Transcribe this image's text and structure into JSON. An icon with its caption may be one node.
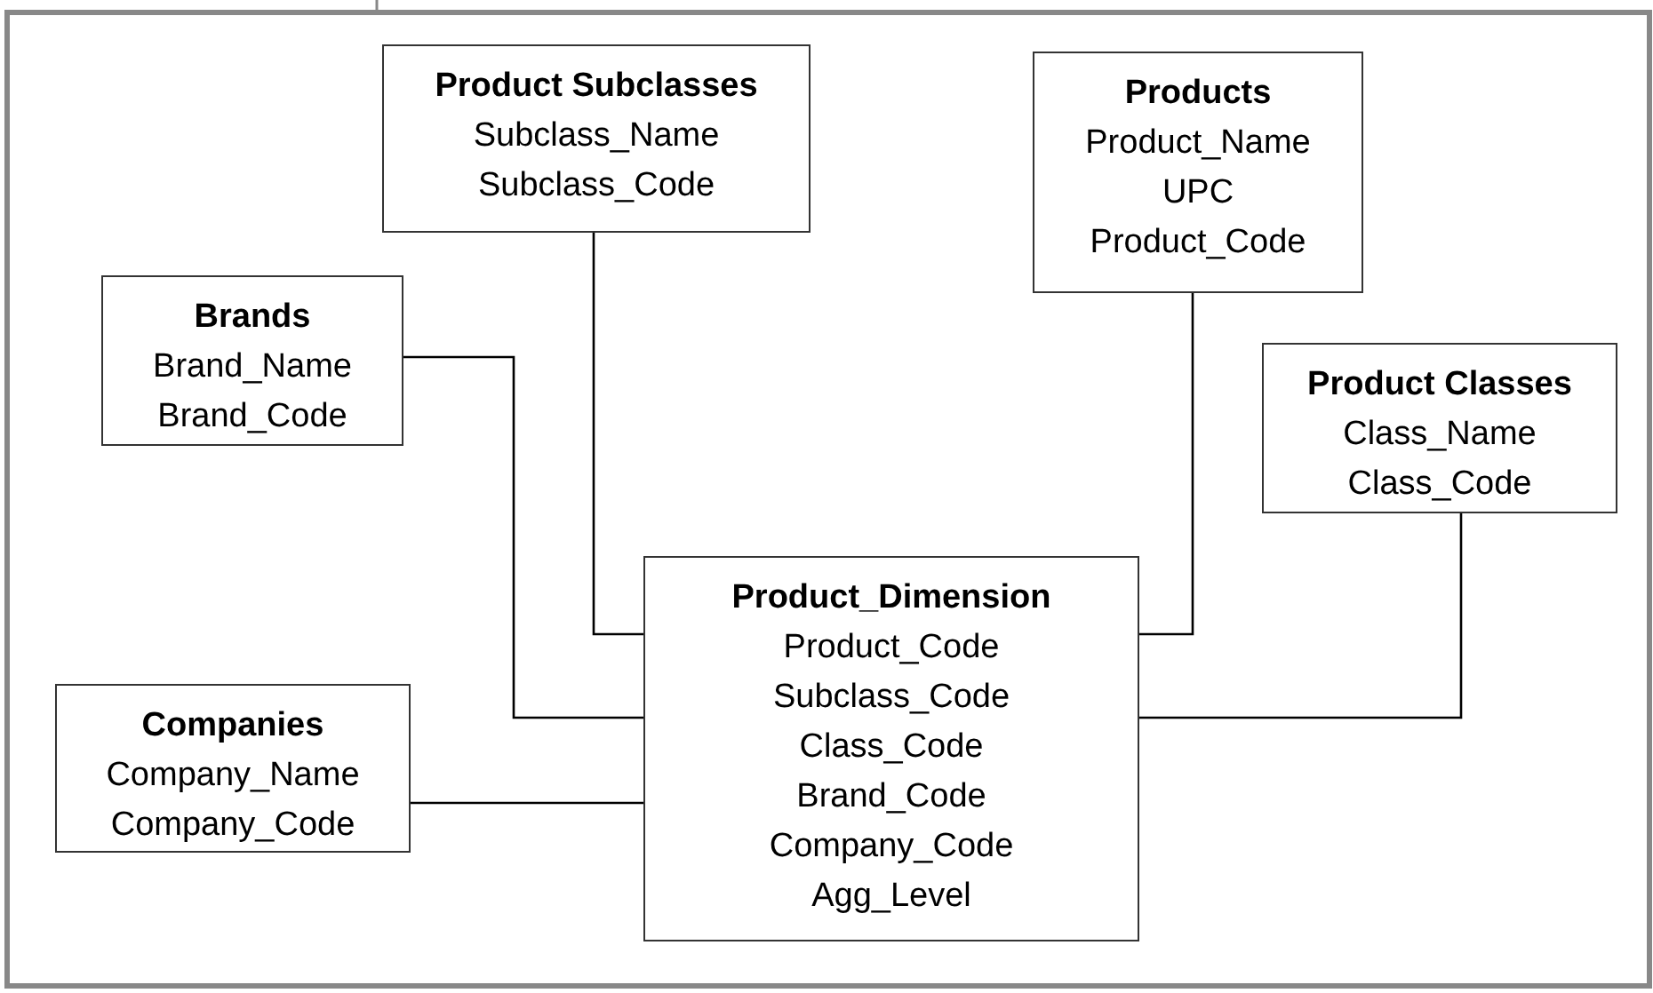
{
  "diagram": {
    "nodes": [
      {
        "text": [
          "Product Subclasses",
          "Subclass_Name",
          "Subclass_Code"
        ]
      },
      {
        "text": [
          "Products",
          "Product_Name",
          "UPC",
          "Product_Code"
        ]
      },
      {
        "text": [
          "Brands",
          "Brand_Name",
          "Brand_Code"
        ]
      },
      {
        "text": [
          "Product Classes",
          "Class_Name",
          "Class_Code"
        ]
      },
      {
        "text": [
          "Product_Dimension",
          "Product_Code",
          "Subclass_Code",
          "Class_Code",
          "Brand_Code",
          "Company_Code",
          "Agg_Level"
        ]
      },
      {
        "text": [
          "Companies",
          "Company_Name",
          "Company_Code"
        ]
      }
    ],
    "edges": [
      {
        "from": 0,
        "to": 4,
        "arrow": "none"
      },
      {
        "from": 2,
        "to": 4,
        "arrow": "none"
      },
      {
        "from": 1,
        "to": 4,
        "arrow": "none"
      },
      {
        "from": 3,
        "to": 4,
        "arrow": "none"
      },
      {
        "from": 5,
        "to": 4,
        "arrow": "none"
      }
    ]
  }
}
